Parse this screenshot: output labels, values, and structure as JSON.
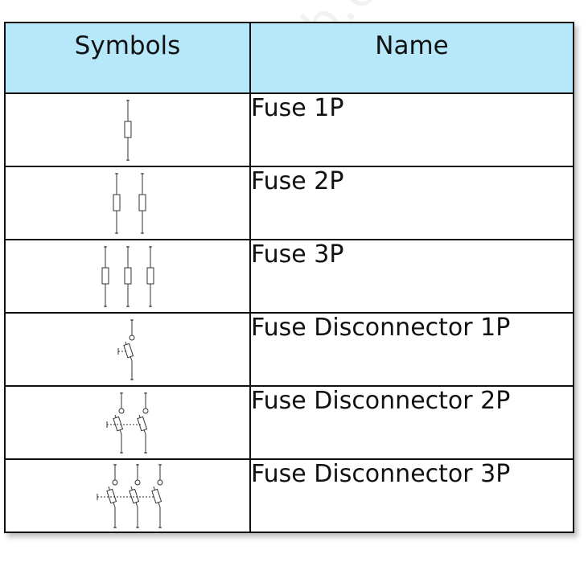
{
  "watermark": "engineersnub.co.in",
  "table": {
    "headers": {
      "symbols": "Symbols",
      "name": "Name"
    },
    "rows": [
      {
        "name": "Fuse 1P",
        "icon": "fuse-1p-icon"
      },
      {
        "name": "Fuse 2P",
        "icon": "fuse-2p-icon"
      },
      {
        "name": "Fuse 3P",
        "icon": "fuse-3p-icon"
      },
      {
        "name": "Fuse Disconnector 1P",
        "icon": "fuse-disconnector-1p-icon"
      },
      {
        "name": "Fuse Disconnector 2P",
        "icon": "fuse-disconnector-2p-icon"
      },
      {
        "name": "Fuse Disconnector 3P",
        "icon": "fuse-disconnector-3p-icon"
      }
    ]
  },
  "colors": {
    "header_bg": "#b7e8fa",
    "border": "#111111"
  }
}
